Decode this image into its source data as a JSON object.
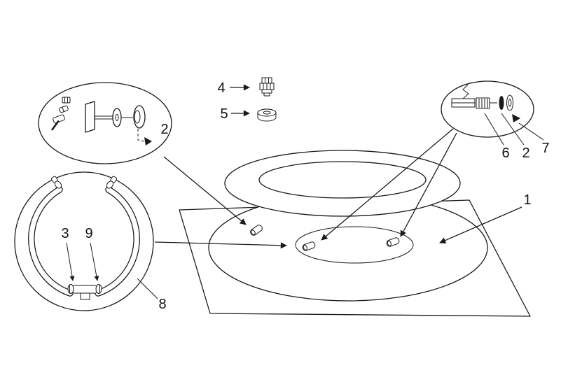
{
  "diagram": {
    "type": "exploded-parts-diagram",
    "labels": {
      "part_1": "1",
      "part_2_valve_callout": "2",
      "part_2_strainer_callout": "2",
      "part_3": "3",
      "part_4": "4",
      "part_5": "5",
      "part_6": "6",
      "part_7": "7",
      "part_8": "8",
      "part_9": "9"
    },
    "colors": {
      "line": "#1a1a1a",
      "background": "#ffffff",
      "label_text": "#111111"
    }
  }
}
